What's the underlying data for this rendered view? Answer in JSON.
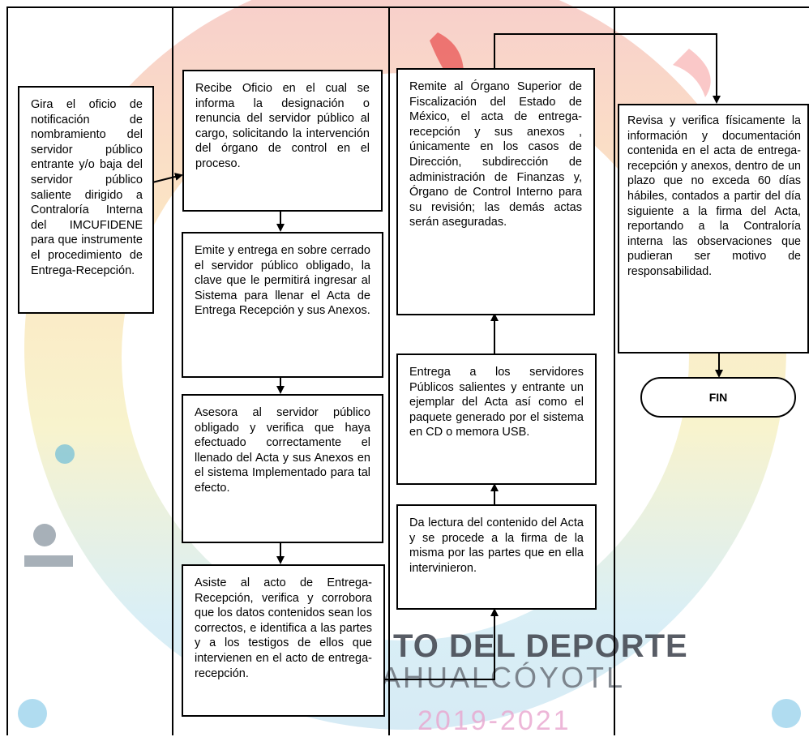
{
  "watermark": {
    "line1": "TO DEL DEPORTE",
    "line2": "AHUALCÓYOTL",
    "line3": "2019-2021"
  },
  "steps": {
    "gira": "Gira el oficio de notificación de nombramiento del servidor público entrante y/o baja del servidor público saliente dirigido a Contraloría Interna del IMCUFIDENE para que instrumente el procedimiento de Entrega-Recepción.",
    "recibe": "Recibe Oficio en el cual se informa la designación o renuncia del servidor público al cargo, solicitando la intervención del órgano de control en el proceso.",
    "emite": "Emite y entrega en sobre cerrado el servidor público obligado, la clave que le permitirá ingresar al Sistema para llenar el Acta de Entrega Recepción y sus Anexos.",
    "asesora": "Asesora al servidor público obligado y verifica que haya efectuado correctamente el llenado del Acta y sus Anexos en el sistema Implementado para tal efecto.",
    "asiste": "Asiste al acto de Entrega-Recepción, verifica y corrobora que los datos contenidos sean los correctos, e identifica a las partes y a los testigos de ellos que intervienen en el acto de entrega-recepción.",
    "remite": "Remite al Órgano Superior de Fiscalización del Estado de México, el acta de entrega-recepción y sus anexos , únicamente en los casos de Dirección, subdirección de administración de Finanzas y, Órgano de Control Interno para su revisión; las demás actas serán aseguradas.",
    "entrega": "Entrega a los servidores Públicos salientes y entrante un ejemplar del Acta así como el paquete generado por el sistema en CD o memora USB.",
    "lectura": "Da lectura del contenido del Acta y se procede a la firma de la misma por las partes que en ella intervinieron.",
    "revisa": "Revisa y verifica físicamente la información y documentación contenida en el acta de entrega-recepción y anexos, dentro de un plazo que no exceda 60 días hábiles, contados a partir del día siguiente a la firma del Acta, reportando a la Contraloría interna las observaciones que pudieran ser motivo de responsabilidad.",
    "fin": "FIN"
  }
}
